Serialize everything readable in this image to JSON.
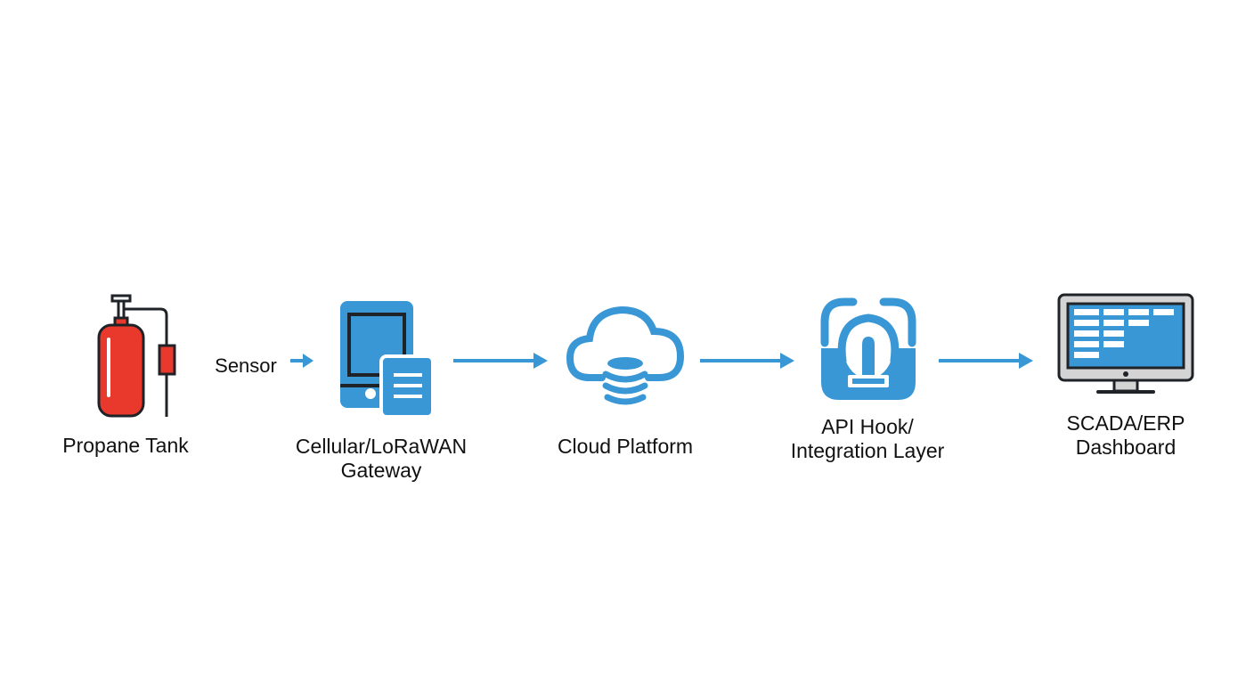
{
  "diagram": {
    "type": "flow",
    "direction": "left-to-right",
    "colors": {
      "accent_blue": "#3a97d6",
      "tank_red": "#e8392c",
      "outline_dark": "#1f2328",
      "monitor_gray": "#d4d4d4",
      "background": "#ffffff"
    },
    "nodes": [
      {
        "id": "propane-tank",
        "label": "Propane Tank",
        "icon": "propane-tank-icon"
      },
      {
        "id": "gateway",
        "label_line1": "Cellular/LoRaWAN",
        "label_line2": "Gateway",
        "icon": "gateway-device-icon"
      },
      {
        "id": "cloud",
        "label": "Cloud Platform",
        "icon": "cloud-database-icon"
      },
      {
        "id": "api",
        "label_line1": "API Hook/",
        "label_line2": "Integration Layer",
        "icon": "api-hook-icon"
      },
      {
        "id": "dashboard",
        "label_line1": "SCADA/ERP",
        "label_line2": "Dashboard",
        "icon": "monitor-dashboard-icon"
      }
    ],
    "edges": [
      {
        "from": "propane-tank",
        "to": "gateway",
        "label": "Sensor"
      },
      {
        "from": "gateway",
        "to": "cloud",
        "label": ""
      },
      {
        "from": "cloud",
        "to": "api",
        "label": ""
      },
      {
        "from": "api",
        "to": "dashboard",
        "label": ""
      }
    ]
  }
}
